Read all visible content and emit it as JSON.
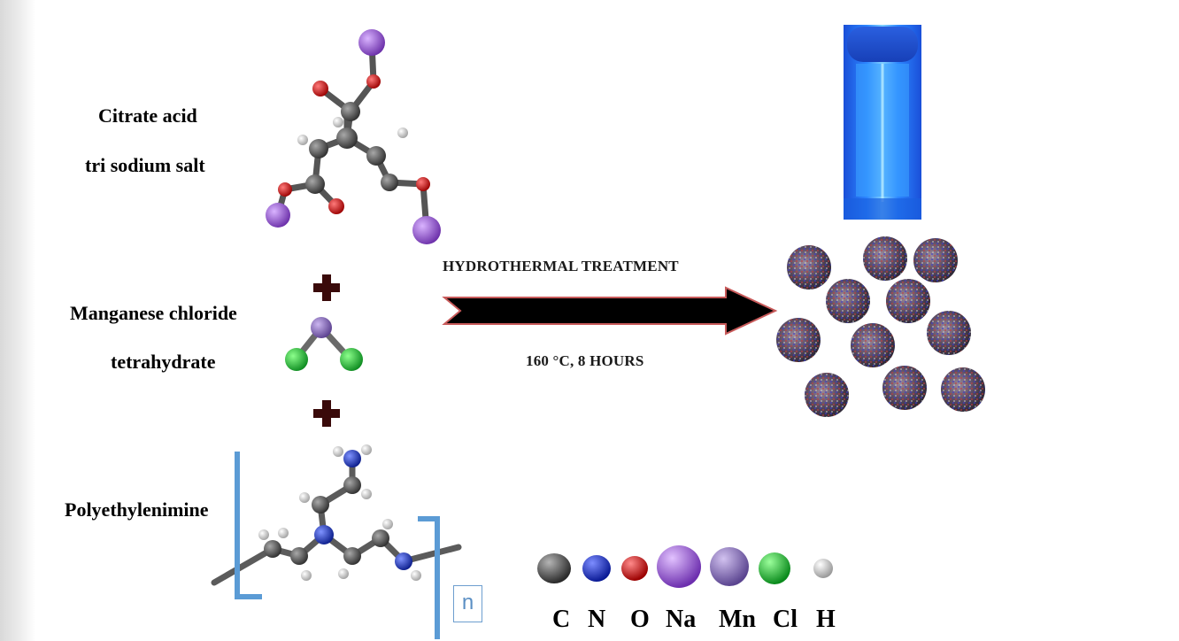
{
  "reactants": {
    "citrate_line1": "Citrate acid",
    "citrate_line2": "tri sodium salt",
    "manganese_line1": "Manganese chloride",
    "manganese_line2": "tetrahydrate",
    "polymer": "Polyethylenimine",
    "repeat_unit": "n"
  },
  "process": {
    "title": "HYDROTHERMAL TREATMENT",
    "conditions": "160 °C, 8 HOURS"
  },
  "legend": [
    {
      "symbol": "C",
      "color": "#3f3f3f"
    },
    {
      "symbol": "N",
      "color": "#1531c9"
    },
    {
      "symbol": "O",
      "color": "#d81818"
    },
    {
      "symbol": "Na",
      "color": "#9a4fd4"
    },
    {
      "symbol": "Mn",
      "color": "#8a6cc0"
    },
    {
      "symbol": "Cl",
      "color": "#1fc23a"
    },
    {
      "symbol": "H",
      "color": "#d6d6d6"
    }
  ],
  "colors": {
    "arrow": "#000000",
    "arrow_outline": "#c85a5a",
    "plus": "#3a0a0a",
    "cuvette_glow": "#2c86ff",
    "bracket": "#5b9bd5"
  }
}
